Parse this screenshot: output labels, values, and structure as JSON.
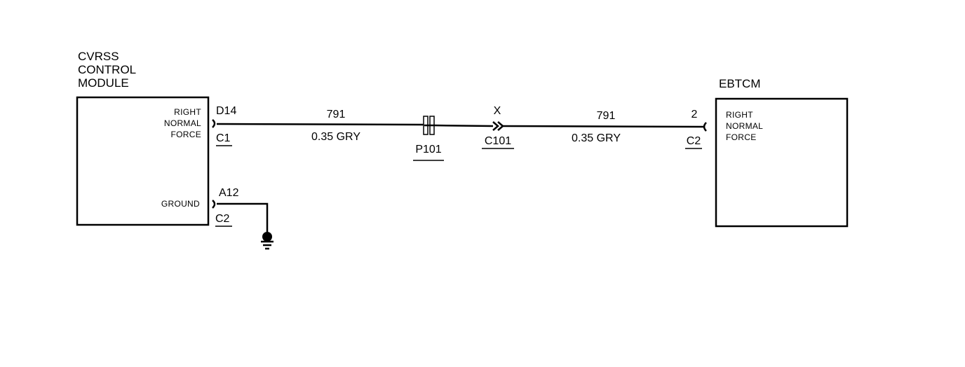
{
  "module_left": {
    "title_lines": [
      "CVRSS",
      "CONTROL",
      "MODULE"
    ],
    "pin_label_lines": [
      "RIGHT",
      "NORMAL",
      "FORCE"
    ],
    "ground_label": "GROUND"
  },
  "module_right": {
    "title": "EBTCM",
    "pin_label_lines": [
      "RIGHT",
      "NORMAL",
      "FORCE"
    ]
  },
  "connectors": {
    "left_signal_pin": "D14",
    "left_signal_conn": "C1",
    "left_ground_pin": "A12",
    "left_ground_conn": "C2",
    "splice": "P101",
    "inline_pin": "X",
    "inline_conn": "C101",
    "right_pin": "2",
    "right_conn": "C2"
  },
  "wires": {
    "left_circuit": "791",
    "left_spec": "0.35 GRY",
    "right_circuit": "791",
    "right_spec": "0.35 GRY"
  }
}
